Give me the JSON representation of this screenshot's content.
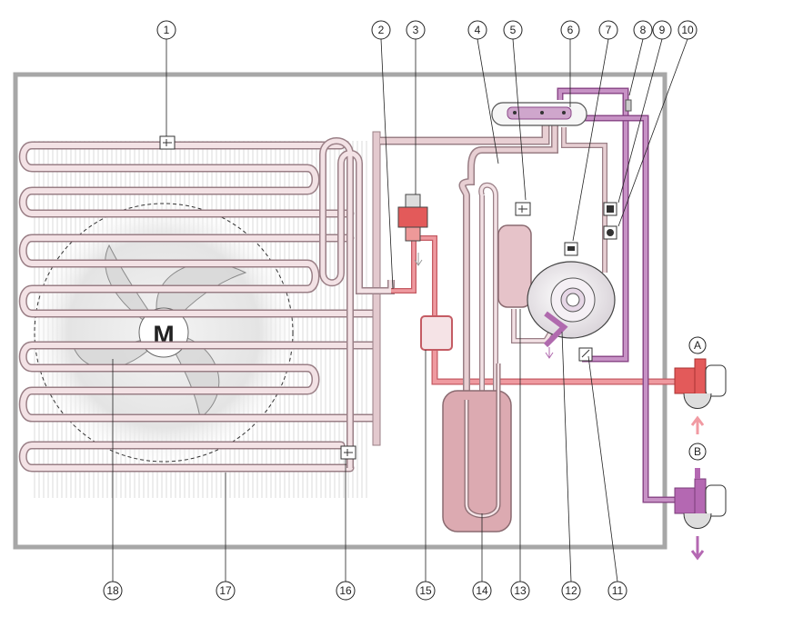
{
  "diagram": {
    "fan_label": "M",
    "connection_labels": {
      "inlet": "A",
      "outlet": "B"
    },
    "callouts_top": [
      "1",
      "2",
      "3",
      "4",
      "5",
      "6",
      "7",
      "8",
      "9",
      "10"
    ],
    "callouts_bottom": [
      "18",
      "17",
      "16",
      "15",
      "14",
      "13",
      "12",
      "11"
    ],
    "colors": {
      "frame": "#a7a7a7",
      "pipe_light": "#e3c9ce",
      "pipe_outline": "#9a7f86",
      "pipe_hot": "#e59aa0",
      "pipe_purple": "#b77ab5",
      "tank": "#dcaab1",
      "fin": "#c8c8c8",
      "arrow_in": "#f19aa2",
      "arrow_out": "#b468b2"
    },
    "icons": [
      "sensor-icon",
      "thermostat-icon",
      "fan-motor-icon",
      "valve-icon"
    ]
  }
}
